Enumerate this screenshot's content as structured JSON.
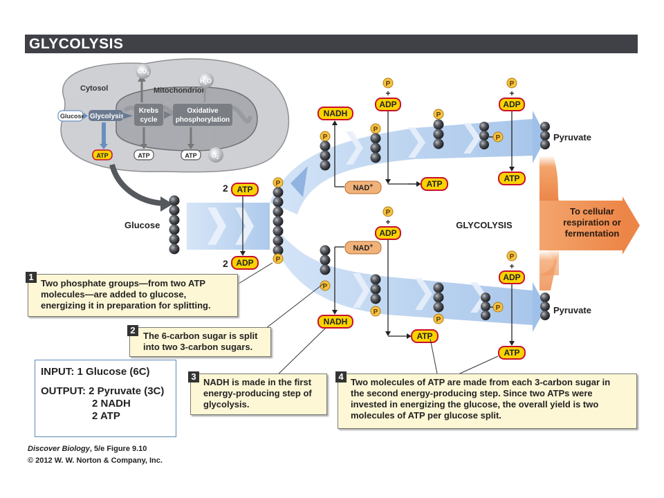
{
  "header": {
    "title": "GLYCOLYSIS"
  },
  "inset": {
    "cytosol": "Cytosol",
    "mitochondrion": "Mitochondrion",
    "glucose": "Glucose",
    "glycolysis": "Glycolysis",
    "krebs_line1": "Krebs",
    "krebs_line2": "cycle",
    "oxphos_line1": "Oxidative",
    "oxphos_line2": "phosphorylation",
    "co2": "CO",
    "co2_sub": "2",
    "h2o_h": "H",
    "h2o_sub": "2",
    "h2o_o": "O",
    "o2": "O",
    "o2_sub": "2",
    "atp": "ATP"
  },
  "diagram": {
    "glucose_label": "Glucose",
    "two_atp_count": "2",
    "two_adp_count": "2",
    "atp": "ATP",
    "adp": "ADP",
    "nadh": "NADH",
    "nad_plus": "NAD",
    "plus_sign": "+",
    "phosphate": "P",
    "pyruvate": "Pyruvate",
    "glycolysis_center": "GLYCOLYSIS",
    "arrow_line1": "To cellular",
    "arrow_line2": "respiration or",
    "arrow_line3": "fermentation"
  },
  "steps": [
    {
      "num": "1",
      "lines": [
        "Two phosphate groups—from two ATP",
        "molecules—are added to glucose,",
        "energizing it in preparation for splitting."
      ]
    },
    {
      "num": "2",
      "lines": [
        "The 6-carbon sugar is split",
        "into two 3-carbon sugars."
      ]
    },
    {
      "num": "3",
      "lines": [
        "NADH is made in the first",
        "energy-producing step of",
        "glycolysis."
      ]
    },
    {
      "num": "4",
      "lines": [
        "Two molecules of ATP are made from each 3-carbon sugar in",
        "the second energy-producing step. Since two ATPs were",
        "invested in energizing the glucose, the overall yield is two",
        "molecules of ATP per glucose split."
      ]
    }
  ],
  "summary": {
    "input_label": "INPUT:",
    "input_value": "1 Glucose (6C)",
    "output_label": "OUTPUT:",
    "output_values": [
      "2 Pyruvate (3C)",
      "2 NADH",
      "2 ATP"
    ]
  },
  "caption": {
    "book": "Discover Biology",
    "figure": ", 5/e  Figure 9.10",
    "copyright": "© 2012 W. W. Norton & Company, Inc."
  },
  "colors": {
    "header_bar": "#3f4147",
    "flow_blue": "#b9d3f0",
    "flow_blue_dark": "#7fa8dc",
    "atp_yellow": "#fbd300",
    "atp_border": "#c8102e",
    "nad_orange": "#f1b27a",
    "output_orange": "#ee8d4f",
    "phosphate_fill": "#f6c343",
    "sphere_dark": "#3a3c40",
    "step_box": "#fdf7d6"
  }
}
